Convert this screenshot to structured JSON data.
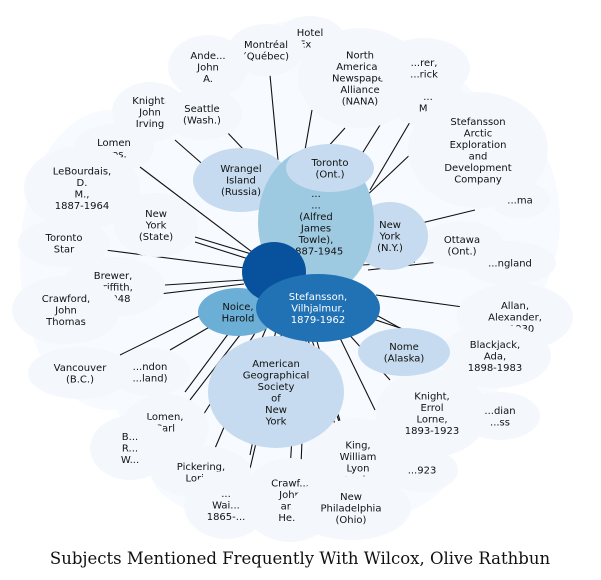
{
  "caption": "Subjects Mentioned Frequently With Wilcox, Olive Rathbun",
  "colors": {
    "faint": "#f4f8fd",
    "light": "#c6dbef",
    "medium": "#9ecae1",
    "mediumdark": "#6baed6",
    "dark": "#2171b5",
    "darkest": "#08519c",
    "edge": "#111111"
  },
  "nodes": {
    "hotel": "Hotel\nEx...",
    "montreal": "Montréal\n(Québec)",
    "nana": "North\nAmerican\nNewspaper\nAlliance\n(NANA)",
    "anderson": "Ande...\nJohn\nA.",
    "brewer_frederick": "...rer,\n...rick",
    "knight_john": "Knight,\nJohn\nIrving",
    "seattle": "Seattle\n(Wash.)",
    "m_partial": "...\nM...",
    "lomen_bros": "Lomen\nBros.",
    "wrangel": "Wrangel\nIsland\n(Russia)",
    "toronto_ont": "Toronto\n(Ont.)",
    "seafa": "Stefansson\nArctic\nExploration\nand\nDevelopment\nCompany",
    "leboudais": "LeBourdais,\nD.\nM.,\n1887-1964",
    "ma_partial": "...ma",
    "ny_state": "New\nYork\n(State)",
    "towle": "...\n...\n(Alfred\nJames\nTowle),\n1887-1945",
    "nyny": "New\nYork\n(N.Y.)",
    "toronto_star": "Toronto\nStar",
    "ottawa": "Ottawa\n(Ont.)",
    "england": "...ngland",
    "brewer_griffith": "Brewer,\n...riffith,\n...1948",
    "crawford_thomas": "Crawford,\nJohn\nThomas",
    "noice": "Noice,\nHarold",
    "stefansson": "Stefansson,\nVilhjalmur,\n1879-1962",
    "allan": "Allan,\nAlexander,\n...-1930",
    "nome": "Nome\n(Alaska)",
    "blackjack": "Blackjack,\nAda,\n1898-1983",
    "vancouver": "Vancouver\n(B.C.)",
    "london": "...ndon\n...land)",
    "ags": "American\nGeographical\nSociety\nof\nNew\nYork",
    "knight_errol": "Knight,\nErrol\nLorne,\n1893-1923",
    "canadian": "...dian\n...ss",
    "lomen_carl": "Lomen,\nCarl\nJ.",
    "king": "King,\nWilliam\nLyon\nM...ie",
    "b_partial": "B...\nR...\nW...",
    "n1923": "...923",
    "pickering": "Pickering,\nLoring",
    "wai": "...\nWai...\n1865-...",
    "crawford_her": "Crawf...\nJohn\nar...\nHe...",
    "philadelphia": "New\nPhiladelphia\n(Ohio)"
  }
}
